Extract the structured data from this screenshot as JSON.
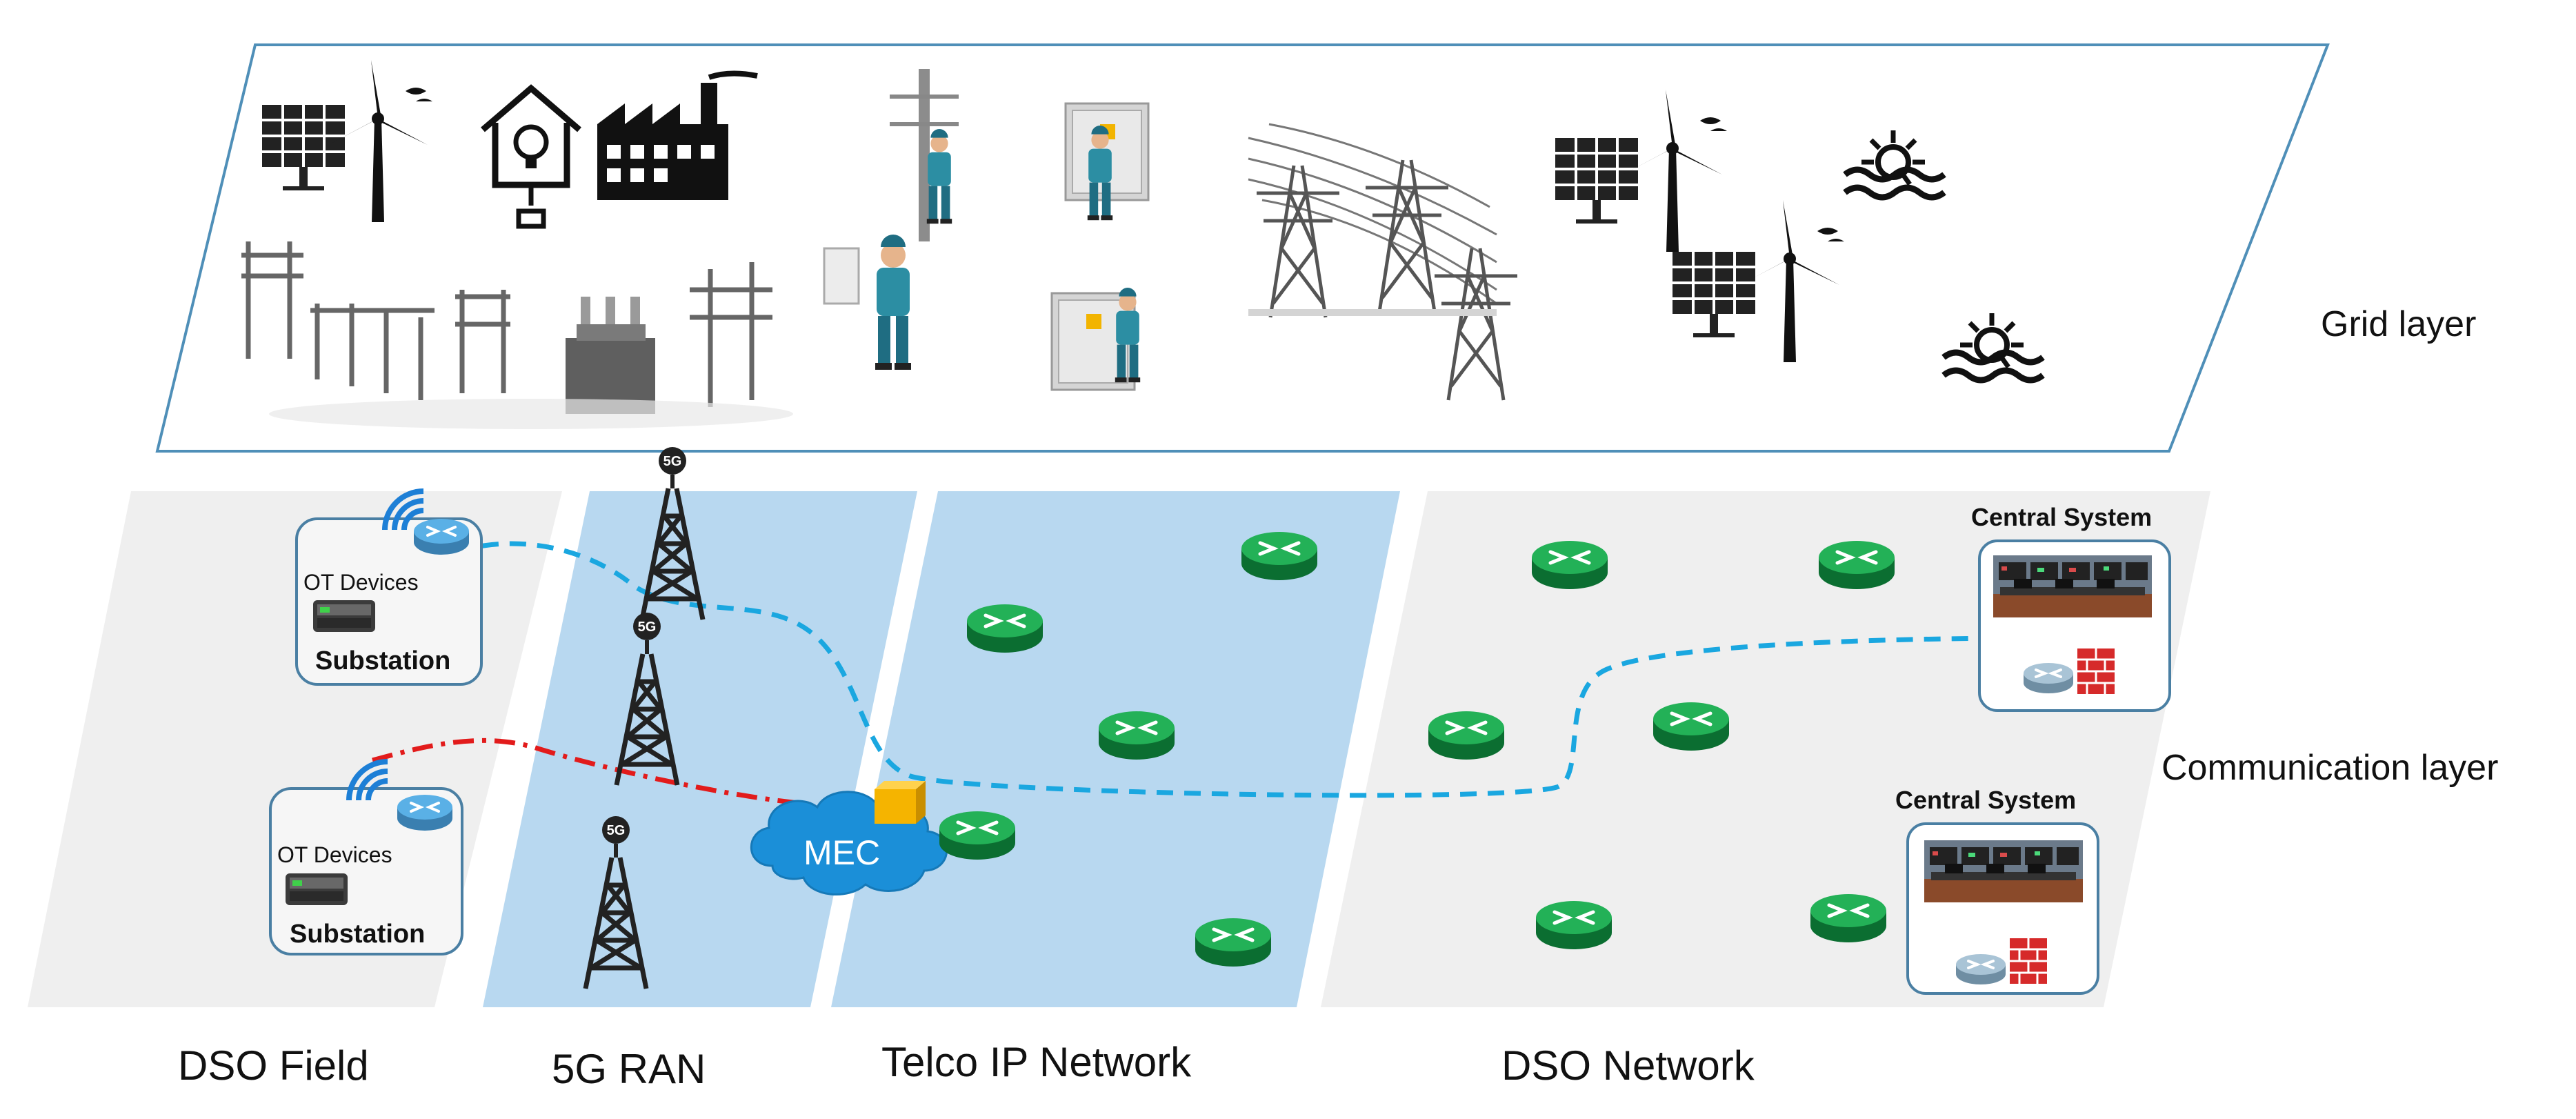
{
  "layers": {
    "grid": "Grid layer",
    "communication": "Communication layer"
  },
  "segments": {
    "dso_field": "DSO Field",
    "ran": "5G RAN",
    "telco": "Telco IP Network",
    "dso_network": "DSO Network"
  },
  "substations": [
    {
      "title": "Substation",
      "devices": "OT Devices"
    },
    {
      "title": "Substation",
      "devices": "OT Devices"
    }
  ],
  "central_systems": [
    {
      "title": "Central System"
    },
    {
      "title": "Central System"
    }
  ],
  "mec": "MEC",
  "towers": [
    {
      "tag": "5G"
    },
    {
      "tag": "5G"
    },
    {
      "tag": "5G"
    }
  ],
  "colors": {
    "telco_fill": "#b8d8f0",
    "field_fill": "#efefef",
    "router_green": "#1a9e4a",
    "link_blue": "#1aa7e0",
    "link_red": "#e21b1b",
    "mec_cloud": "#1b8fd8",
    "mec_box": "#f5b400"
  }
}
